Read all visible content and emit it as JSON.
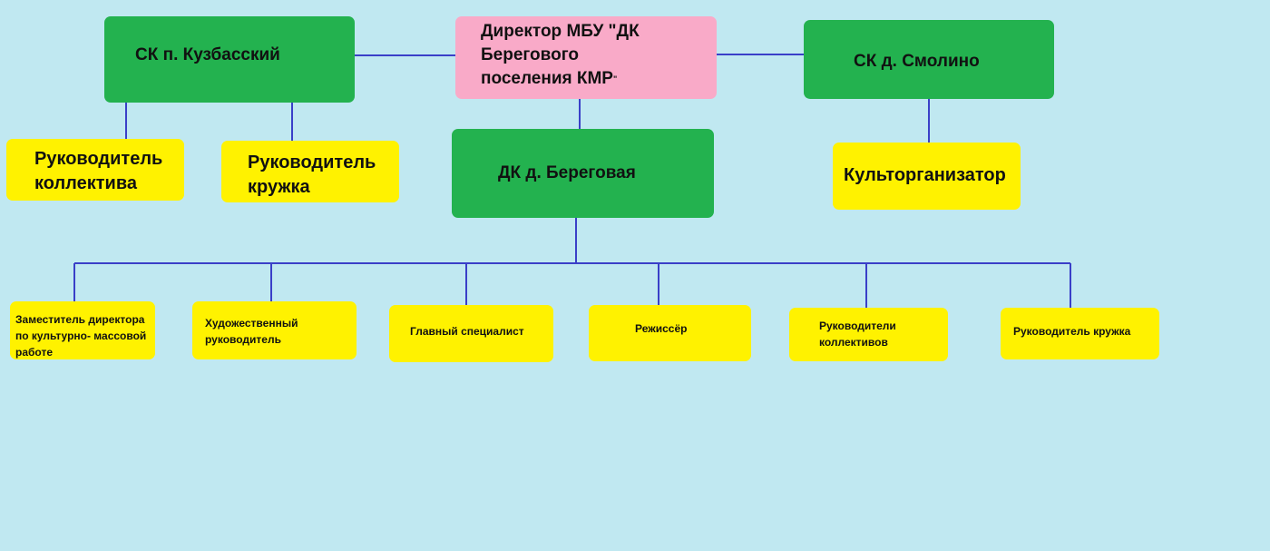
{
  "colors": {
    "background": "#c0e8f1",
    "unit_box": "#23b24f",
    "director_box": "#f9aac8",
    "staff_box": "#fff200",
    "connector": "#3a3fc8"
  },
  "director": {
    "label": "Директор МБУ \"ДК\n Берегового\nпоселения КМР",
    "quote_mark": "\""
  },
  "units": {
    "kuzbassky": "СК п. Кузбасский",
    "smolino": "СК д. Смолино",
    "beregovaya": "ДК д. Береговая"
  },
  "kuzbassky_staff": {
    "collective_head": "Руководитель\nколлектива",
    "club_head": "Руководитель\nкружка"
  },
  "smolino_staff": {
    "organizer": "Культорганизатор"
  },
  "beregovaya_staff": [
    "Заместитель директора\nпо культурно- массовой\nработе",
    "Художественный\nруководитель",
    "Главный специалист",
    "Режиссёр",
    "Руководители\nколлективов",
    "Руководитель кружка"
  ]
}
